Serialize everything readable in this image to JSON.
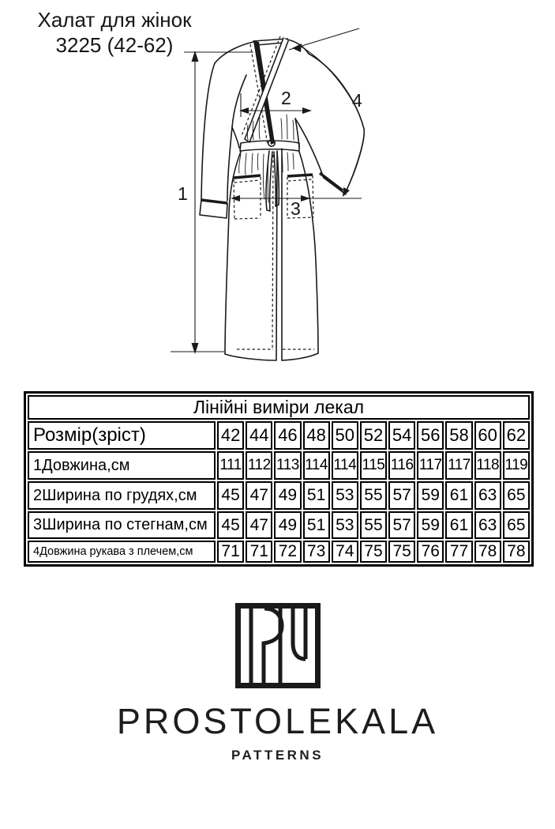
{
  "header": {
    "title_line1": "Халат для жінок",
    "title_line2": "3225 (42-62)"
  },
  "drawing": {
    "description": "technical flat sketch of women's wrap robe with belt and patch pockets",
    "measure_labels": [
      "1",
      "2",
      "3",
      "4"
    ]
  },
  "table": {
    "title": "Лінійні виміри лекал",
    "size_row": {
      "label": "Розмір(зріст)",
      "values": [
        "42",
        "44",
        "46",
        "48",
        "50",
        "52",
        "54",
        "56",
        "58",
        "60",
        "62"
      ]
    },
    "measure_rows": [
      {
        "label": "1Довжина,см",
        "values": [
          "111",
          "112",
          "113",
          "114",
          "114",
          "115",
          "116",
          "117",
          "117",
          "118",
          "119"
        ]
      },
      {
        "label": "2Ширина по грудях,см",
        "values": [
          "45",
          "47",
          "49",
          "51",
          "53",
          "55",
          "57",
          "59",
          "61",
          "63",
          "65"
        ]
      },
      {
        "label": "3Ширина по стегнам,см",
        "values": [
          "45",
          "47",
          "49",
          "51",
          "53",
          "55",
          "57",
          "59",
          "61",
          "63",
          "65"
        ]
      },
      {
        "label": "4Довжина рукава з плечем,см",
        "values": [
          "71",
          "71",
          "72",
          "73",
          "74",
          "75",
          "75",
          "76",
          "77",
          "78",
          "78"
        ]
      }
    ]
  },
  "brand": {
    "logo_icon": "pl-monogram-icon",
    "name": "PROSTOLEKALA",
    "subtitle": "PATTERNS"
  },
  "colors": {
    "ink": "#1a1a1a",
    "background": "#ffffff"
  }
}
